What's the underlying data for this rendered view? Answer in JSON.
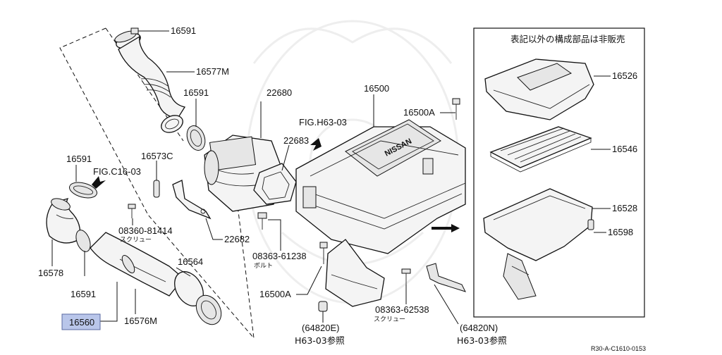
{
  "colors": {
    "highlight": "#b9c6ea",
    "ink": "#111111",
    "watermark": "#eeeeee"
  },
  "note_not_sold": "表記以外の構成部品は非販売",
  "doc_code": "R30-A-C1610-0153",
  "labels": {
    "p16591_top": "16591",
    "p16577M": "16577M",
    "p16591_mid": "16591",
    "p16591_left": "16591",
    "p16573C": "16573C",
    "figC16": "FIG.C16-03",
    "p16578": "16578",
    "p16591_low": "16591",
    "p16560": "16560",
    "p16576M": "16576M",
    "p16564": "16564",
    "p08360": "08360-81414",
    "screw1": "スクリュー",
    "p22680": "22680",
    "p22683": "22683",
    "p22682": "22682",
    "figH63": "FIG.H63-03",
    "p16500": "16500",
    "p16500A_top": "16500A",
    "p16500A_low": "16500A",
    "p08363a": "08363-61238",
    "bolt": "ボルト",
    "p08363b": "08363-62538",
    "screw2": "スクリュー",
    "p64820E": "(64820E)",
    "ref1": "H63-03参照",
    "p64820N": "(64820N)",
    "ref2": "H63-03参照",
    "p16526": "16526",
    "p16546": "16546",
    "p16528": "16528",
    "p16598": "16598",
    "nissan_logo": "NISSAN"
  }
}
